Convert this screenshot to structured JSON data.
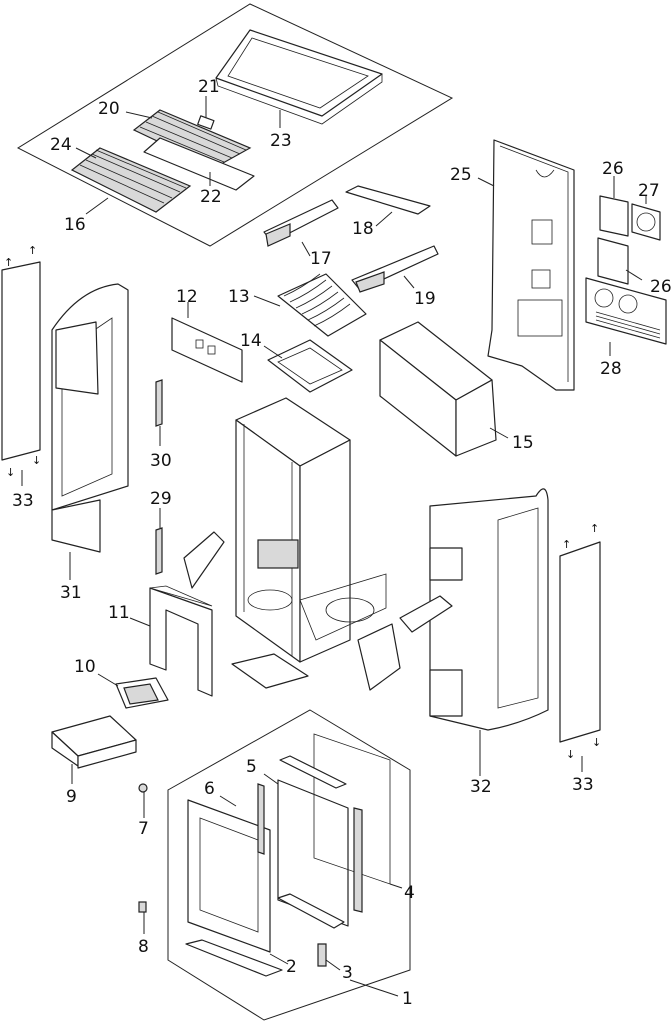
{
  "parts": [
    {
      "id": "1",
      "label": "1"
    },
    {
      "id": "2",
      "label": "2"
    },
    {
      "id": "3",
      "label": "3"
    },
    {
      "id": "4",
      "label": "4"
    },
    {
      "id": "5",
      "label": "5"
    },
    {
      "id": "6",
      "label": "6"
    },
    {
      "id": "7",
      "label": "7"
    },
    {
      "id": "8",
      "label": "8"
    },
    {
      "id": "9",
      "label": "9"
    },
    {
      "id": "10",
      "label": "10"
    },
    {
      "id": "11",
      "label": "11"
    },
    {
      "id": "12",
      "label": "12"
    },
    {
      "id": "13",
      "label": "13"
    },
    {
      "id": "14",
      "label": "14"
    },
    {
      "id": "15",
      "label": "15"
    },
    {
      "id": "16",
      "label": "16"
    },
    {
      "id": "17",
      "label": "17"
    },
    {
      "id": "18",
      "label": "18"
    },
    {
      "id": "19",
      "label": "19"
    },
    {
      "id": "20",
      "label": "20"
    },
    {
      "id": "21",
      "label": "21"
    },
    {
      "id": "22",
      "label": "22"
    },
    {
      "id": "23",
      "label": "23"
    },
    {
      "id": "24",
      "label": "24"
    },
    {
      "id": "25",
      "label": "25"
    },
    {
      "id": "26",
      "label": "26"
    },
    {
      "id": "27",
      "label": "27"
    },
    {
      "id": "28",
      "label": "28"
    },
    {
      "id": "29",
      "label": "29"
    },
    {
      "id": "30",
      "label": "30"
    },
    {
      "id": "31",
      "label": "31"
    },
    {
      "id": "32",
      "label": "32"
    },
    {
      "id": "33",
      "label": "33"
    }
  ]
}
